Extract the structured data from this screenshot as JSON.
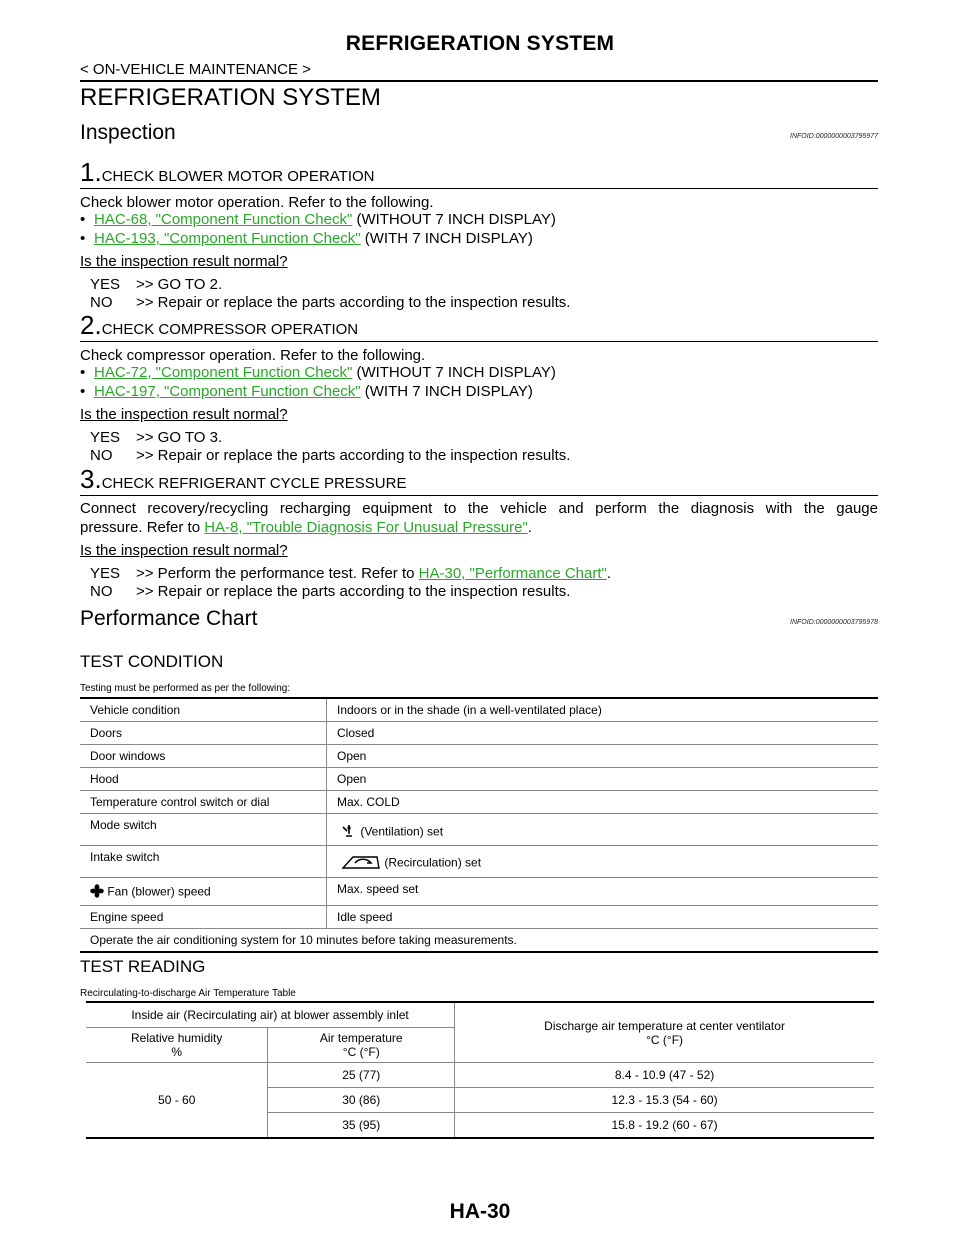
{
  "header": {
    "title": "REFRIGERATION SYSTEM",
    "subtitle": "< ON-VEHICLE MAINTENANCE >"
  },
  "section_title": "REFRIGERATION SYSTEM",
  "inspection": {
    "title": "Inspection",
    "infoid": "INFOID:0000000003795977",
    "step1": {
      "num": "1.",
      "title": "CHECK BLOWER MOTOR OPERATION",
      "intro": "Check blower motor operation. Refer to the following.",
      "b1_link": "HAC-68, \"Component Function Check\"",
      "b1_text": " (WITHOUT 7 INCH DISPLAY)",
      "b2_link": "HAC-193, \"Component Function Check\"",
      "b2_text": " (WITH 7 INCH DISPLAY)",
      "q": "Is the inspection result normal?",
      "yes_k": "YES",
      "yes": ">> GO TO 2.",
      "no_k": "NO",
      "no": ">> Repair or replace the parts according to the inspection results."
    },
    "step2": {
      "num": "2.",
      "title": "CHECK COMPRESSOR OPERATION",
      "intro": "Check compressor operation. Refer to the following.",
      "b1_link": "HAC-72, \"Component Function Check\"",
      "b1_text": " (WITHOUT 7 INCH DISPLAY)",
      "b2_link": "HAC-197, \"Component Function Check\"",
      "b2_text": " (WITH 7 INCH DISPLAY)",
      "q": "Is the inspection result normal?",
      "yes_k": "YES",
      "yes": ">> GO TO 3.",
      "no_k": "NO",
      "no": ">> Repair or replace the parts according to the inspection results."
    },
    "step3": {
      "num": "3.",
      "title": "CHECK REFRIGERANT CYCLE PRESSURE",
      "intro1": "Connect recovery/recycling recharging equipment to the vehicle and perform the diagnosis with the gauge",
      "intro2": "pressure. Refer to ",
      "link": "HA-8, \"Trouble Diagnosis For Unusual Pressure\"",
      "end": ".",
      "q": "Is the inspection result normal?",
      "yes_k": "YES",
      "yes": ">> Perform the performance test. Refer to ",
      "yes_link": "HA-30, \"Performance Chart\"",
      "yes_end": ".",
      "no_k": "NO",
      "no": ">> Repair or replace the parts according to the inspection results."
    }
  },
  "performance": {
    "title": "Performance Chart",
    "infoid": "INFOID:0000000003795978",
    "test_condition": "TEST CONDITION",
    "tc_note": "Testing must be performed as per the following:",
    "rows": [
      [
        "Vehicle condition",
        "Indoors or in the shade (in a well-ventilated place)"
      ],
      [
        "Doors",
        "Closed"
      ],
      [
        "Door windows",
        "Open"
      ],
      [
        "Hood",
        "Open"
      ],
      [
        "Temperature control switch or dial",
        "Max. COLD"
      ],
      [
        "Mode switch",
        "(Ventilation) set"
      ],
      [
        "Intake switch",
        "(Recirculation) set"
      ],
      [
        "Fan (blower) speed",
        "Max. speed set"
      ],
      [
        "Engine speed",
        "Idle speed"
      ]
    ],
    "tc_footer": "Operate the air conditioning system for 10 minutes before taking measurements.",
    "test_reading": "TEST READING",
    "tr_note": "Recirculating-to-discharge Air Temperature Table",
    "tr_head_inlet": "Inside air (Recirculating air) at blower assembly inlet",
    "tr_head_discharge": "Discharge air temperature at center ventilator",
    "tr_head_discharge_unit": "°C (°F)",
    "tr_head_rh": "Relative humidity",
    "tr_head_rh_unit": "%",
    "tr_head_at": "Air temperature",
    "tr_head_at_unit": "°C (°F)",
    "tr_rh_value": "50 - 60",
    "tr_rows": [
      [
        "25 (77)",
        "8.4 - 10.9 (47 - 52)"
      ],
      [
        "30 (86)",
        "12.3 - 15.3 (54 - 60)"
      ],
      [
        "35 (95)",
        "15.8 - 19.2 (60 - 67)"
      ]
    ]
  },
  "footer": {
    "page": "HA-30"
  }
}
